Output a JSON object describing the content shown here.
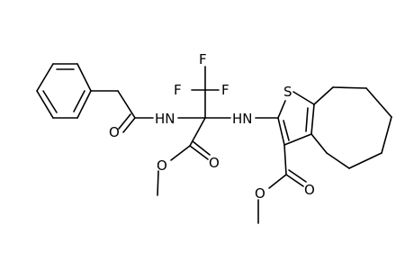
{
  "molecule": {
    "atom_labels": {
      "f_top": "F",
      "f_left": "F",
      "f_right": "F",
      "sulfur": "S",
      "nh_amide": "HN",
      "nh_thiophene": "HN",
      "o_amide": "O",
      "o_ester1_carbonyl": "O",
      "o_ester1_ether": "O",
      "o_ester2_carbonyl": "O",
      "o_ester2_ether": "O"
    }
  }
}
